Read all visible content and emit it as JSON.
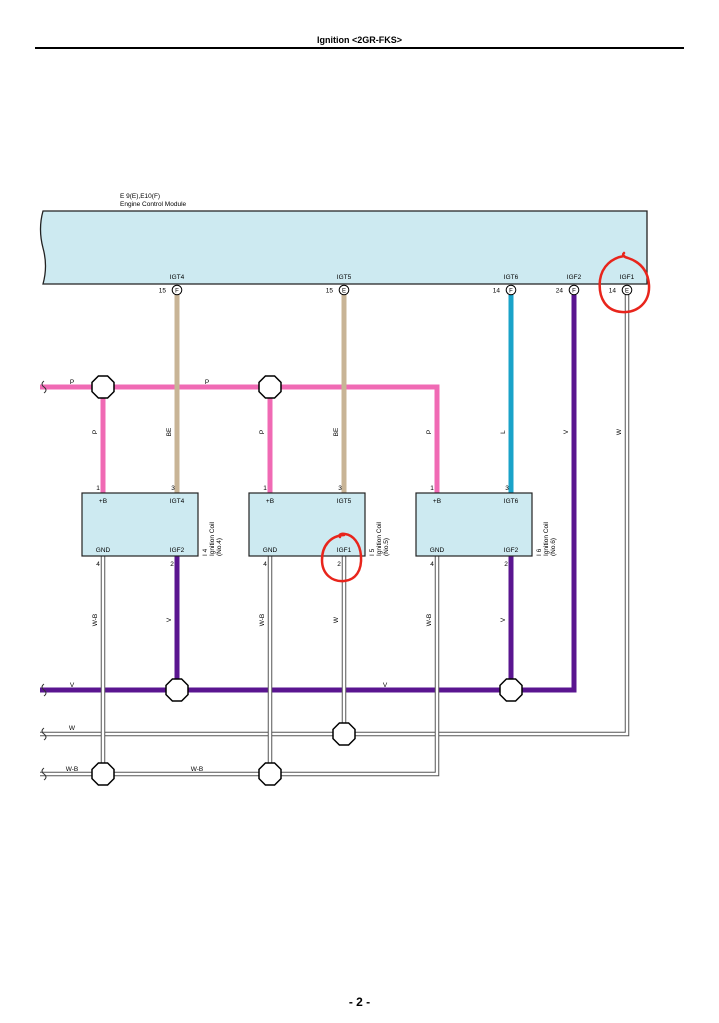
{
  "header": {
    "title": "Ignition <2GR-FKS>"
  },
  "footer": {
    "page_number": "- 2 -"
  },
  "ecm": {
    "connectors": "E 9(E),E10(F)",
    "name": "Engine Control Module",
    "pins": [
      {
        "name": "IGT4",
        "pin": "15",
        "conn": "F"
      },
      {
        "name": "IGT5",
        "pin": "15",
        "conn": "E"
      },
      {
        "name": "IGT6",
        "pin": "14",
        "conn": "F"
      },
      {
        "name": "IGF2",
        "pin": "24",
        "conn": "F"
      },
      {
        "name": "IGF1",
        "pin": "14",
        "conn": "E"
      }
    ]
  },
  "wire_colors": {
    "P": "P",
    "BE": "BE",
    "L": "L",
    "V": "V",
    "W": "W",
    "WB": "W-B"
  },
  "coils": [
    {
      "id": "I 4",
      "name": "Ignition Coil",
      "num": "(No.4)",
      "pins": {
        "b": "+B",
        "igt": "IGT4",
        "gnd": "GND",
        "igf": "IGF2"
      },
      "pin_nums": {
        "b": "1",
        "igt": "3",
        "gnd": "4",
        "igf": "2"
      }
    },
    {
      "id": "I 5",
      "name": "Ignition Coil",
      "num": "(No.5)",
      "pins": {
        "b": "+B",
        "igt": "IGT5",
        "gnd": "GND",
        "igf": "IGF1"
      },
      "pin_nums": {
        "b": "1",
        "igt": "3",
        "gnd": "4",
        "igf": "2"
      }
    },
    {
      "id": "I 6",
      "name": "Ignition Coil",
      "num": "(No.6)",
      "pins": {
        "b": "+B",
        "igt": "IGT6",
        "gnd": "GND",
        "igf": "IGF2"
      },
      "pin_nums": {
        "b": "1",
        "igt": "3",
        "gnd": "4",
        "igf": "2"
      }
    }
  ],
  "colors": {
    "module_fill": "#cdeaf1",
    "pink": "#f06ab4",
    "tan": "#c8b496",
    "blue": "#1aa3c9",
    "purple": "#5a1590",
    "white_wire": "#d8d8d8",
    "annotation_red": "#e8251c"
  }
}
